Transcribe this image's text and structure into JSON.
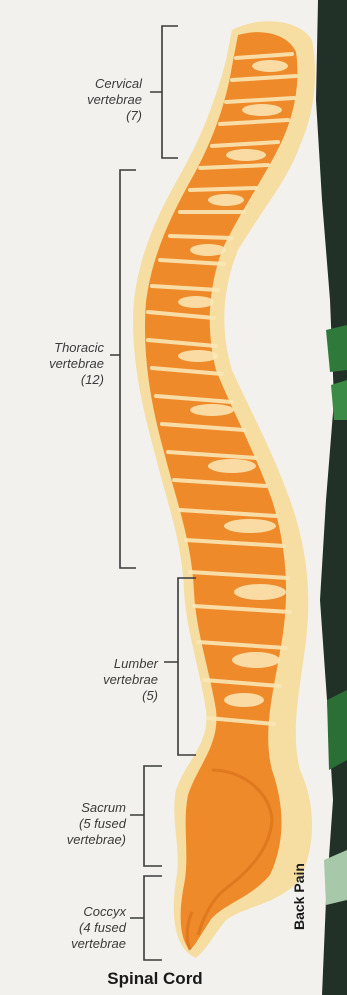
{
  "regions": [
    {
      "name": "Cervical",
      "lines": [
        "Cervical",
        "vertebrae",
        "(7)"
      ]
    },
    {
      "name": "Thoracic",
      "lines": [
        "Thoracic",
        "vertebrae",
        "(12)"
      ]
    },
    {
      "name": "Lumber",
      "lines": [
        "Lumber",
        "vertebrae",
        "(5)"
      ]
    },
    {
      "name": "Sacrum",
      "lines": [
        "Sacrum",
        "(5 fused",
        "vertebrae)"
      ]
    },
    {
      "name": "Coccyx",
      "lines": [
        "Coccyx",
        "(4 fused",
        "vertebrae"
      ]
    }
  ],
  "caption": "Spinal Cord",
  "edge_text": "Back Pain",
  "colors": {
    "bone": "#f08a2c",
    "bone_light": "#f7d98c",
    "bracket": "#3a3a3a",
    "edge_dark": "#1f2a22",
    "edge_green": "#2f7a3a"
  }
}
